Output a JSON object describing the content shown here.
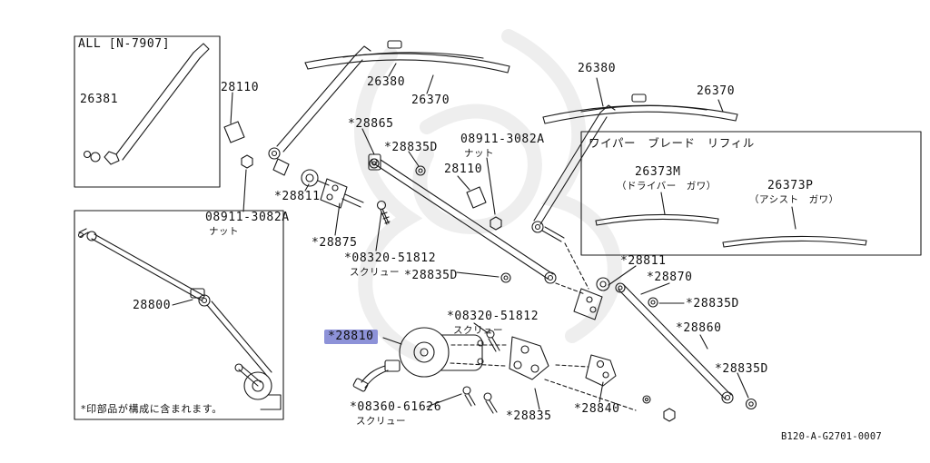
{
  "colors": {
    "highlight": "#8d92d8",
    "line": "#1a1a1a"
  },
  "inset_arm": {
    "title": "ALL [N-7907]",
    "part": "26381"
  },
  "inset_linkage": {
    "part": "28800",
    "note": "*印部品が構成に含まれます。"
  },
  "refill": {
    "title": "ワイパー　ブレード　リフィル",
    "driver_part": "26373M",
    "driver_caption": "（ドライバー　ガワ）",
    "assist_part": "26373P",
    "assist_caption": "（アシスト　ガワ）"
  },
  "labels": {
    "p28110_a": "28110",
    "p26380_a": "26380",
    "p26370_a": "26370",
    "p26380_b": "26380",
    "p26370_b": "26370",
    "p28865": "*28865",
    "p28835d_a": "*28835D",
    "p08911_a": "08911-3082A",
    "nut_a": "ナット",
    "p28110_b": "28110",
    "p28811_a": "*28811",
    "p08911_b": "08911-3082A",
    "nut_b": "ナット",
    "p28875": "*28875",
    "p08320_a": "*08320-51812",
    "screw_a": "スクリュー",
    "p28835d_b": "*28835D",
    "p28811_b": "*28811",
    "p28870": "*28870",
    "p28835d_c": "*28835D",
    "p28860": "*28860",
    "p08320_b": "*08320-51812",
    "screw_b": "スクリュー",
    "p28810": "*28810",
    "p08360": "*08360-61626",
    "screw_c": "スクリュー",
    "p28835": "*28835",
    "p28840": "*28840",
    "p28835d_d": "*28835D"
  },
  "footer": {
    "code": "B120-A-G2701-0007"
  }
}
